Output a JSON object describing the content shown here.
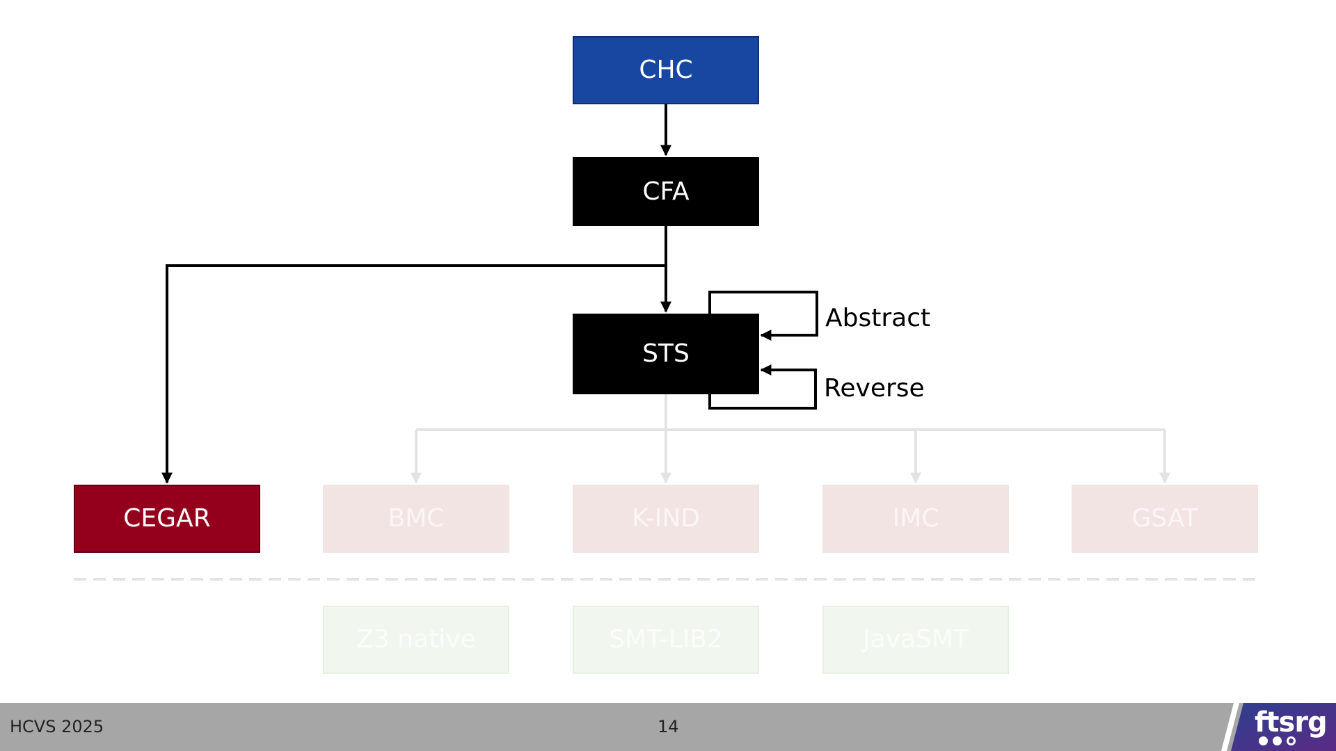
{
  "diagram": {
    "nodes": {
      "chc": "CHC",
      "cfa": "CFA",
      "sts": "STS",
      "cegar": "CEGAR",
      "bmc": "BMC",
      "kind": "K-IND",
      "imc": "IMC",
      "gsat": "GSAT",
      "z3": "Z3 native",
      "smtlib": "SMT-LIB2",
      "javasmt": "JavaSMT"
    },
    "loops": {
      "abstract": "Abstract",
      "reverse": "Reverse"
    },
    "colors": {
      "chc": "#1747a0",
      "cegar": "#94001c",
      "active": "#000000",
      "faded_algorithm": "#f3e4e4",
      "faded_solver": "#f1f7ef",
      "faded_edge": "#e3e3e3"
    }
  },
  "footer": {
    "left_text": "HCVS 2025",
    "page_number": "14",
    "logo_text": "ftsrg"
  }
}
